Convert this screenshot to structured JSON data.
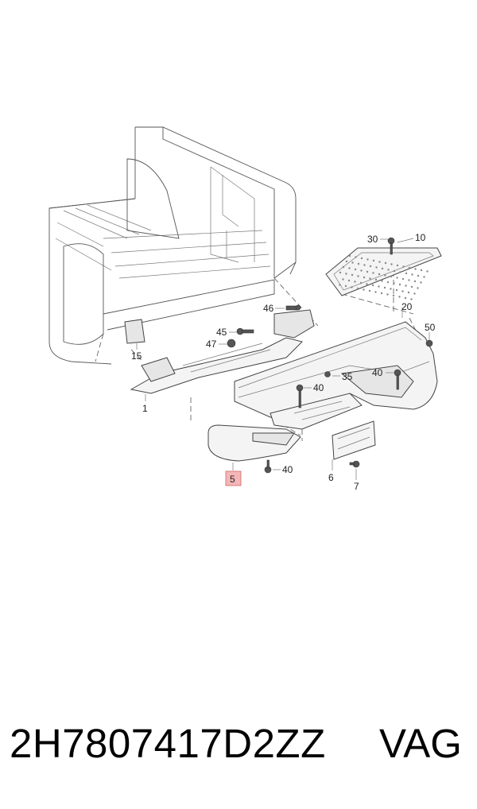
{
  "diagram": {
    "callouts": {
      "c30": "30",
      "c10": "10",
      "c46": "46",
      "c20": "20",
      "c50": "50",
      "c45": "45",
      "c47": "47",
      "c15": "15",
      "c35": "35",
      "c40a": "40",
      "c40b": "40",
      "c40c": "40",
      "c1": "1",
      "c5": "5",
      "c6": "6",
      "c7": "7"
    },
    "highlight_color": "#f4b6b6"
  },
  "footer": {
    "part_number": "2H7807417D2ZZ",
    "brand": "VAG"
  }
}
